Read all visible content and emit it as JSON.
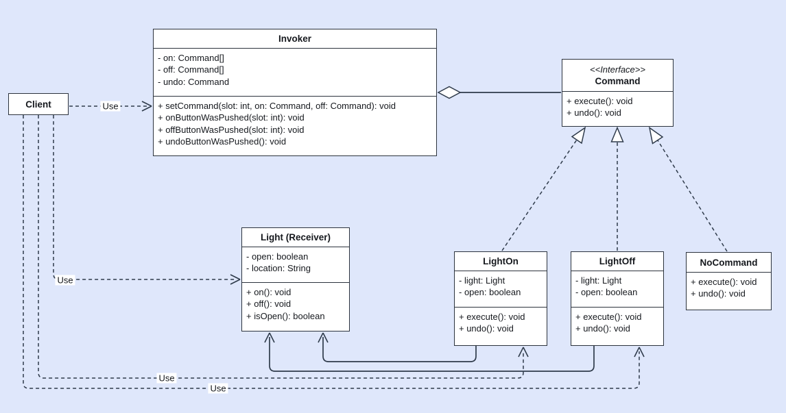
{
  "canvas": {
    "background": "#dfe7fb",
    "line_color": "#2e3a4a",
    "box_fill": "#ffffff"
  },
  "classes": {
    "client": {
      "title": "Client"
    },
    "invoker": {
      "title": "Invoker",
      "attributes": [
        "- on: Command[]",
        "- off: Command[]",
        "- undo: Command"
      ],
      "methods": [
        "+ setCommand(slot: int, on: Command, off: Command): void",
        "+ onButtonWasPushed(slot: int): void",
        "+ offButtonWasPushed(slot: int): void",
        "+ undoButtonWasPushed(): void"
      ]
    },
    "command": {
      "stereotype": "<<Interface>>",
      "title": "Command",
      "methods": [
        "+ execute(): void",
        "+ undo(): void"
      ]
    },
    "light": {
      "title": "Light (Receiver)",
      "attributes": [
        "- open: boolean",
        "- location: String"
      ],
      "methods": [
        "+ on(): void",
        "+ off(): void",
        "+ isOpen(): boolean"
      ]
    },
    "lighton": {
      "title": "LightOn",
      "attributes": [
        "- light: Light",
        "- open: boolean"
      ],
      "methods": [
        "+ execute(): void",
        "+ undo(): void"
      ]
    },
    "lightoff": {
      "title": "LightOff",
      "attributes": [
        "- light: Light",
        "- open: boolean"
      ],
      "methods": [
        "+ execute(): void",
        "+ undo(): void"
      ]
    },
    "nocommand": {
      "title": "NoCommand",
      "methods": [
        "+ execute(): void",
        "+ undo(): void"
      ]
    }
  },
  "labels": {
    "use_invoker": "Use",
    "use_light": "Use",
    "use_lighton": "Use",
    "use_lightoff": "Use"
  }
}
